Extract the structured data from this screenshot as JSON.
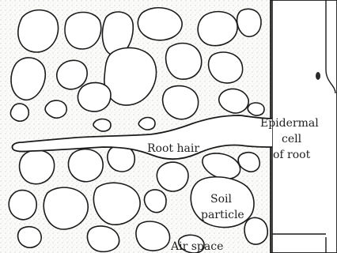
{
  "labels": {
    "epidermal_line1": "Epidermal",
    "epidermal_line2": "cell",
    "epidermal_line3": "of root",
    "root_hair": "Root hair",
    "soil_line1": "Soil",
    "soil_line2": "particle",
    "air_space": "Air space"
  }
}
